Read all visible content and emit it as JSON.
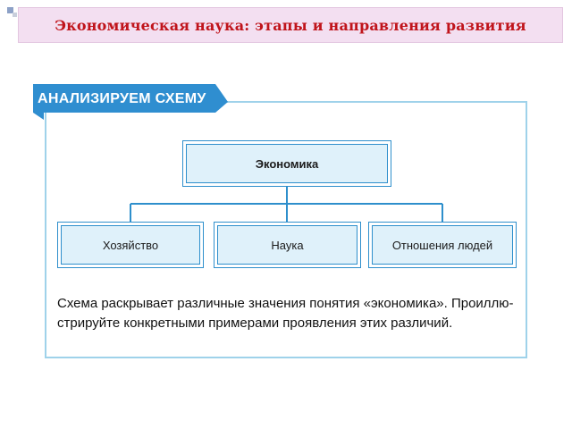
{
  "slide": {
    "title": "Экономическая наука: этапы и направления развития"
  },
  "panel": {
    "header": "АНАЛИЗИРУЕМ СХЕМУ",
    "colors": {
      "tab": "#2f8ed0",
      "frame": "#9fd2ea",
      "node_fill": "#dff1fa",
      "node_border": "#2e8fcc"
    }
  },
  "diagram": {
    "root": "Экономика",
    "children": [
      "Хозяйство",
      "Наука",
      "Отношения людей"
    ]
  },
  "caption": {
    "line1": "Схема раскрывает различные значения понятия «экономика». Проиллю-",
    "line2": "стрируйте конкретными примерами проявления этих различий."
  }
}
